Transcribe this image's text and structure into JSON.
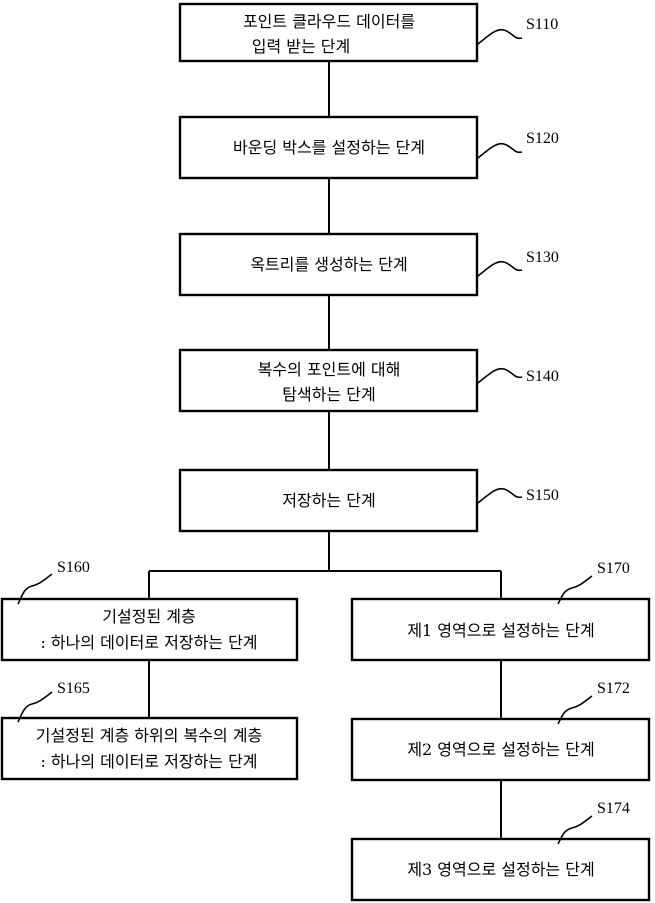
{
  "steps": [
    {
      "id": "s110",
      "label": "S110",
      "lines": [
        "포인트 클라우드 데이터를",
        "입력 받는 단계"
      ]
    },
    {
      "id": "s120",
      "label": "S120",
      "lines": [
        "바운딩 박스를 설정하는 단계"
      ]
    },
    {
      "id": "s130",
      "label": "S130",
      "lines": [
        "옥트리를 생성하는 단계"
      ]
    },
    {
      "id": "s140",
      "label": "S140",
      "lines": [
        "복수의 포인트에 대해",
        "탐색하는 단계"
      ]
    },
    {
      "id": "s150",
      "label": "S150",
      "lines": [
        "저장하는 단계"
      ]
    },
    {
      "id": "s160",
      "label": "S160",
      "lines": [
        "기설정된 계층",
        ": 하나의 데이터로 저장하는 단계"
      ]
    },
    {
      "id": "s165",
      "label": "S165",
      "lines": [
        "기설정된 계층 하위의 복수의 계층",
        ": 하나의 데이터로 저장하는 단계"
      ]
    },
    {
      "id": "s170",
      "label": "S170",
      "lines": [
        "제1 영역으로 설정하는 단계"
      ]
    },
    {
      "id": "s172",
      "label": "S172",
      "lines": [
        "제2 영역으로 설정하는 단계"
      ]
    },
    {
      "id": "s174",
      "label": "S174",
      "lines": [
        "제3 영역으로 설정하는 단계"
      ]
    }
  ]
}
